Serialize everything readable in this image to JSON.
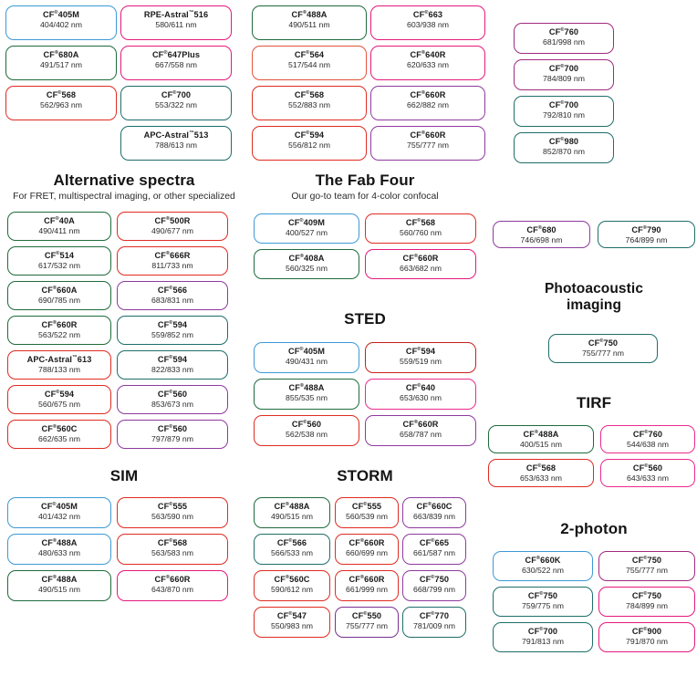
{
  "meta": {
    "background": "#ffffff",
    "palette": {
      "blue": "#3d9ad6",
      "green": "#1f6b3c",
      "teal": "#1d6e6a",
      "red": "#e02b20",
      "orange": "#e2533a",
      "magenta": "#e4197d",
      "pink": "#eb2a8c",
      "purple": "#8e3a9e",
      "violet": "#7a2f92",
      "text": "#1a1a1a"
    }
  },
  "top": {
    "group_a": [
      {
        "name": "CF",
        "reg": "®",
        "suffix": "405M",
        "spec": "404/402 nm",
        "color": "blue"
      },
      {
        "name": "CF",
        "reg": "®",
        "suffix": "680A",
        "spec": "491/517 nm",
        "color": "green"
      },
      {
        "name": "CF",
        "reg": "®",
        "suffix": "568",
        "spec": "562/963 nm",
        "color": "red"
      }
    ],
    "group_b": [
      {
        "name": "RPE-Astral",
        "reg": "™",
        "suffix": "516",
        "spec": "580/611 nm",
        "color": "magenta"
      },
      {
        "name": "CF",
        "reg": "®",
        "suffix": "647Plus",
        "spec": "667/558 nm",
        "color": "magenta"
      },
      {
        "name": "CF",
        "reg": "®",
        "suffix": "700",
        "spec": "553/322 nm",
        "color": "teal"
      },
      {
        "name": "APC-Astral",
        "reg": "™",
        "suffix": "513",
        "spec": "788/613 nm",
        "color": "teal"
      }
    ],
    "group_c": [
      {
        "name": "CF",
        "reg": "®",
        "suffix": "488A",
        "spec": "490/511 nm",
        "color": "green"
      },
      {
        "name": "CF",
        "reg": "®",
        "suffix": "564",
        "spec": "517/544 nm",
        "color": "orange"
      },
      {
        "name": "CF",
        "reg": "®",
        "suffix": "568",
        "spec": "552/883 nm",
        "color": "red"
      },
      {
        "name": "CF",
        "reg": "®",
        "suffix": "594",
        "spec": "556/812 nm",
        "color": "red"
      }
    ],
    "group_d": [
      {
        "name": "CF",
        "reg": "®",
        "suffix": "663",
        "spec": "603/938 nm",
        "color": "magenta"
      },
      {
        "name": "CF",
        "reg": "®",
        "suffix": "640R",
        "spec": "620/633 nm",
        "color": "magenta"
      },
      {
        "name": "CF",
        "reg": "®",
        "suffix": "660R",
        "spec": "662/882 nm",
        "color": "purple"
      },
      {
        "name": "CF",
        "reg": "®",
        "suffix": "660R",
        "spec": "755/777 nm",
        "color": "purple"
      }
    ],
    "group_e": [
      {
        "name": "CF",
        "reg": "®",
        "suffix": "760",
        "spec": "681/998 nm",
        "color": "plum"
      },
      {
        "name": "CF",
        "reg": "®",
        "suffix": "700",
        "spec": "784/809 nm",
        "color": "plum"
      },
      {
        "name": "CF",
        "reg": "®",
        "suffix": "700",
        "spec": "792/810 nm",
        "color": "teal"
      },
      {
        "name": "CF",
        "reg": "®",
        "suffix": "980",
        "spec": "852/870 nm",
        "color": "teal"
      }
    ]
  },
  "alternative": {
    "title": "Alternative spectra",
    "subtitle": "For FRET, multispectral imaging, or other specialized",
    "left": [
      {
        "name": "CF",
        "reg": "®",
        "suffix": "40A",
        "spec": "490/411 nm",
        "color": "green"
      },
      {
        "name": "CF",
        "reg": "®",
        "suffix": "514",
        "spec": "617/532 nm",
        "color": "green"
      },
      {
        "name": "CF",
        "reg": "®",
        "suffix": "660A",
        "spec": "690/785 nm",
        "color": "green"
      },
      {
        "name": "CF",
        "reg": "®",
        "suffix": "660R",
        "spec": "563/522 nm",
        "color": "green"
      },
      {
        "name": "APC-Astral",
        "reg": "™",
        "suffix": "613",
        "spec": "788/133 nm",
        "color": "red"
      },
      {
        "name": "CF",
        "reg": "®",
        "suffix": "594",
        "spec": "560/675 nm",
        "color": "red"
      },
      {
        "name": "CF",
        "reg": "®",
        "suffix": "560C",
        "spec": "662/635 nm",
        "color": "red"
      }
    ],
    "right": [
      {
        "name": "CF",
        "reg": "®",
        "suffix": "500R",
        "spec": "490/677 nm",
        "color": "red"
      },
      {
        "name": "CF",
        "reg": "®",
        "suffix": "666R",
        "spec": "811/733 nm",
        "color": "red"
      },
      {
        "name": "CF",
        "reg": "®",
        "suffix": "566",
        "spec": "683/831 nm",
        "color": "purple"
      },
      {
        "name": "CF",
        "reg": "®",
        "suffix": "594",
        "spec": "559/852 nm",
        "color": "teal"
      },
      {
        "name": "CF",
        "reg": "®",
        "suffix": "594",
        "spec": "822/833 nm",
        "color": "teal"
      },
      {
        "name": "CF",
        "reg": "®",
        "suffix": "560",
        "spec": "853/673 nm",
        "color": "purple"
      },
      {
        "name": "CF",
        "reg": "®",
        "suffix": "560",
        "spec": "797/879 nm",
        "color": "purple"
      }
    ]
  },
  "sim": {
    "title": "SIM",
    "left": [
      {
        "name": "CF",
        "reg": "®",
        "suffix": "405M",
        "spec": "401/432 nm",
        "color": "blue"
      },
      {
        "name": "CF",
        "reg": "®",
        "suffix": "488A",
        "spec": "480/633 nm",
        "color": "blue"
      },
      {
        "name": "CF",
        "reg": "®",
        "suffix": "488A",
        "spec": "490/515 nm",
        "color": "green"
      }
    ],
    "right": [
      {
        "name": "CF",
        "reg": "®",
        "suffix": "555",
        "spec": "563/590 nm",
        "color": "red"
      },
      {
        "name": "CF",
        "reg": "®",
        "suffix": "568",
        "spec": "563/583 nm",
        "color": "red"
      },
      {
        "name": "CF",
        "reg": "®",
        "suffix": "660R",
        "spec": "643/870 nm",
        "color": "magenta"
      }
    ]
  },
  "fabfour": {
    "title": "The Fab Four",
    "subtitle": "Our go-to team for 4-color confocal",
    "left": [
      {
        "name": "CF",
        "reg": "®",
        "suffix": "409M",
        "spec": "400/527 nm",
        "color": "blue"
      },
      {
        "name": "CF",
        "reg": "®",
        "suffix": "408A",
        "spec": "560/325 nm",
        "color": "green"
      }
    ],
    "right": [
      {
        "name": "CF",
        "reg": "®",
        "suffix": "568",
        "spec": "560/760 nm",
        "color": "red"
      },
      {
        "name": "CF",
        "reg": "®",
        "suffix": "660R",
        "spec": "663/682 nm",
        "color": "magenta"
      }
    ]
  },
  "sted": {
    "title": "STED",
    "left": [
      {
        "name": "CF",
        "reg": "®",
        "suffix": "405M",
        "spec": "490/431 nm",
        "color": "blue"
      },
      {
        "name": "CF",
        "reg": "®",
        "suffix": "488A",
        "spec": "855/535 nm",
        "color": "green"
      },
      {
        "name": "CF",
        "reg": "®",
        "suffix": "560",
        "spec": "562/538 nm",
        "color": "red"
      }
    ],
    "right": [
      {
        "name": "CF",
        "reg": "®",
        "suffix": "594",
        "spec": "559/519 nm",
        "color": "darkred"
      },
      {
        "name": "CF",
        "reg": "®",
        "suffix": "640",
        "spec": "653/630 nm",
        "color": "pink"
      },
      {
        "name": "CF",
        "reg": "®",
        "suffix": "660R",
        "spec": "658/787 nm",
        "color": "purple"
      }
    ]
  },
  "storm": {
    "title": "STORM",
    "col1": [
      {
        "name": "CF",
        "reg": "®",
        "suffix": "488A",
        "spec": "490/515 nm",
        "color": "green"
      },
      {
        "name": "CF",
        "reg": "®",
        "suffix": "566",
        "spec": "566/533 nm",
        "color": "teal"
      },
      {
        "name": "CF",
        "reg": "®",
        "suffix": "560C",
        "spec": "590/612 nm",
        "color": "red"
      },
      {
        "name": "CF",
        "reg": "®",
        "suffix": "547",
        "spec": "550/983 nm",
        "color": "red"
      }
    ],
    "col2": [
      {
        "name": "CF",
        "reg": "®",
        "suffix": "555",
        "spec": "560/539 nm",
        "color": "red"
      },
      {
        "name": "CF",
        "reg": "®",
        "suffix": "660R",
        "spec": "660/699 nm",
        "color": "red"
      },
      {
        "name": "CF",
        "reg": "®",
        "suffix": "660R",
        "spec": "661/999 nm",
        "color": "red"
      },
      {
        "name": "CF",
        "reg": "®",
        "suffix": "550",
        "spec": "755/777 nm",
        "color": "violet"
      }
    ],
    "col3": [
      {
        "name": "CF",
        "reg": "®",
        "suffix": "660C",
        "spec": "663/839 nm",
        "color": "purple"
      },
      {
        "name": "CF",
        "reg": "®",
        "suffix": "665",
        "spec": "661/587 nm",
        "color": "purple"
      },
      {
        "name": "CF",
        "reg": "®",
        "suffix": "750",
        "spec": "668/799 nm",
        "color": "purple"
      },
      {
        "name": "CF",
        "reg": "®",
        "suffix": "770",
        "spec": "781/009 nm",
        "color": "teal"
      }
    ]
  },
  "right_pair": [
    {
      "name": "CF",
      "reg": "®",
      "suffix": "680",
      "spec": "746/698 nm",
      "color": "purple"
    },
    {
      "name": "CF",
      "reg": "®",
      "suffix": "790",
      "spec": "764/899 nm",
      "color": "teal"
    }
  ],
  "photoacoustic": {
    "title_line1": "Photoacoustic",
    "title_line2": "imaging",
    "items": [
      {
        "name": "CF",
        "reg": "®",
        "suffix": "750",
        "spec": "755/777 nm",
        "color": "teal"
      }
    ]
  },
  "tirf": {
    "title": "TIRF",
    "left": [
      {
        "name": "CF",
        "reg": "®",
        "suffix": "488A",
        "spec": "400/515 nm",
        "color": "green"
      },
      {
        "name": "CF",
        "reg": "®",
        "suffix": "568",
        "spec": "653/633 nm",
        "color": "red"
      }
    ],
    "right": [
      {
        "name": "CF",
        "reg": "®",
        "suffix": "760",
        "spec": "544/638 nm",
        "color": "pink"
      },
      {
        "name": "CF",
        "reg": "®",
        "suffix": "560",
        "spec": "643/633 nm",
        "color": "pink"
      }
    ]
  },
  "twophoton": {
    "title": "2-photon",
    "left": [
      {
        "name": "CF",
        "reg": "®",
        "suffix": "660K",
        "spec": "630/522 nm",
        "color": "blue"
      },
      {
        "name": "CF",
        "reg": "®",
        "suffix": "750",
        "spec": "759/775 nm",
        "color": "teal"
      },
      {
        "name": "CF",
        "reg": "®",
        "suffix": "700",
        "spec": "791/813 nm",
        "color": "teal"
      }
    ],
    "right": [
      {
        "name": "CF",
        "reg": "®",
        "suffix": "750",
        "spec": "755/777 nm",
        "color": "plum"
      },
      {
        "name": "CF",
        "reg": "®",
        "suffix": "750",
        "spec": "784/899 nm",
        "color": "magenta"
      },
      {
        "name": "CF",
        "reg": "®",
        "suffix": "900",
        "spec": "791/870 nm",
        "color": "magenta"
      }
    ]
  }
}
